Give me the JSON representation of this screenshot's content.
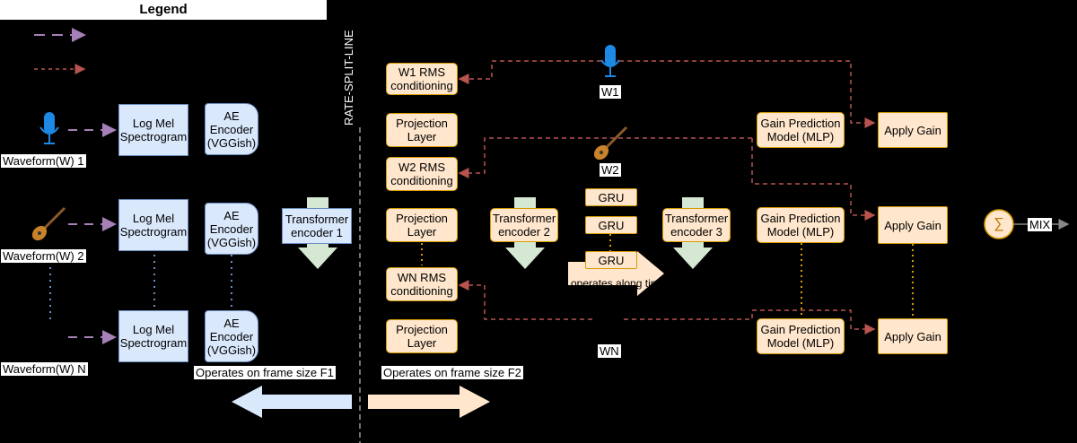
{
  "legend": {
    "title": "Legend"
  },
  "split_line": "RATE-SPLIT-LINE",
  "waveforms": [
    "Waveform(W) 1",
    "Waveform(W) 2",
    "Waveform(W) N"
  ],
  "log_mel": "Log Mel Spectrogram",
  "ae_encoder": "AE Encoder (VGGish)",
  "transformer1": "Transformer encoder 1",
  "transformer2": "Transformer encoder 2",
  "transformer3": "Transformer encoder 3",
  "rms": [
    "W1 RMS conditioning",
    "W2 RMS conditioning",
    "WN RMS conditioning"
  ],
  "projection": "Projection Layer",
  "gru": [
    "GRU",
    "GRU",
    "GRU"
  ],
  "gru_note": "operates along time",
  "gain_model": "Gain Prediction Model (MLP)",
  "apply_gain": "Apply Gain",
  "stem_labels": [
    "W1",
    "W2",
    "WN"
  ],
  "sum_symbol": "∑",
  "mix": "MIX",
  "frame_f1": "Operates on frame size F1",
  "frame_f2": "Operates on frame size F2",
  "colors": {
    "audio_arrow": "#a680b8",
    "conditioning_arrow": "#b85450",
    "block_blue": "#dae8fc",
    "block_orange": "#ffe6cc",
    "green_arrow": "#d5e8d4"
  }
}
